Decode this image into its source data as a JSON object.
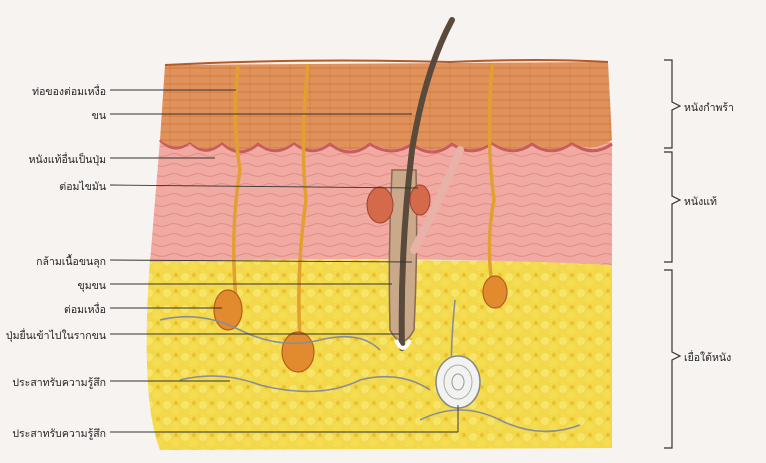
{
  "labels_left": [
    "ท่อของต่อมเหงื่อ",
    "ขน",
    "หนังแท้อื่นเป็นปุ่ม",
    "ต่อมไขมัน",
    "กล้ามเนื้อขนลุก",
    "ขุมขน",
    "ต่อมเหงื่อ",
    "ปุ่มยื่นเข้าไปในรากขน",
    "ประสาทรับความรู้สึก",
    "ประสาทรับความรู้สึก"
  ],
  "labels_right": [
    "หนังกำพร้า",
    "หนังแท้",
    "เยื่อใต้หนัง"
  ],
  "colors": {
    "epidermis": "#d98a4a",
    "dermis": "#f0a9a0",
    "subcutis": "#f0d23a",
    "hair": "#6b5a4a",
    "gland": "#e0852e"
  }
}
